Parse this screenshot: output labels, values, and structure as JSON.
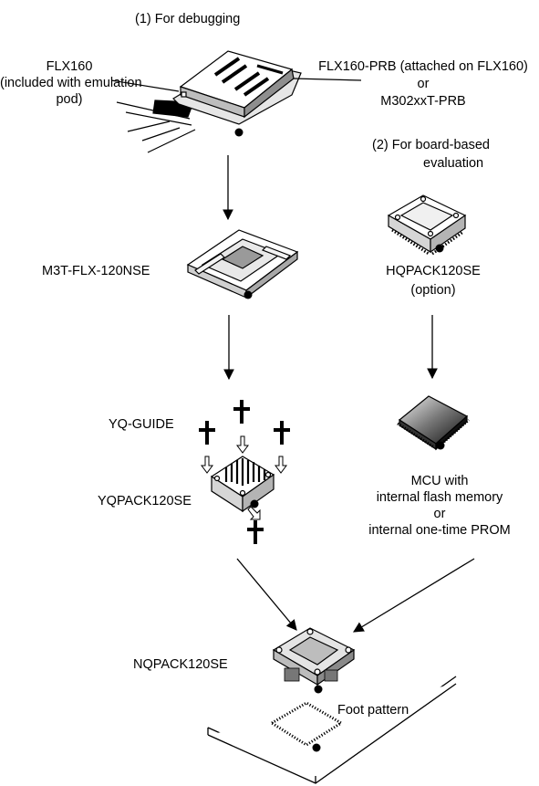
{
  "headings": {
    "debugging": "(1) For debugging",
    "board_line1": "(2) For board-based",
    "board_line2": "evaluation"
  },
  "labels": {
    "flx160_line1": "FLX160",
    "flx160_line2": "(included with emulation",
    "flx160_line3": "pod)",
    "probe_line1": "FLX160-PRB (attached on FLX160)",
    "probe_line2": "or",
    "probe_line3": "M302xxT-PRB",
    "m3t": "M3T-FLX-120NSE",
    "hqpack_line1": "HQPACK120SE",
    "hqpack_line2": "(option)",
    "yqguide": "YQ-GUIDE",
    "yqpack": "YQPACK120SE",
    "mcu_line1": "MCU with",
    "mcu_line2": "internal flash memory",
    "mcu_line3": "or",
    "mcu_line4": "internal one-time PROM",
    "nqpack": "NQPACK120SE",
    "foot": "Foot pattern"
  },
  "colors": {
    "ink": "#000000",
    "light_gray": "#d9d9d9",
    "mid_gray": "#9a9a9a",
    "dark_gray": "#555555"
  }
}
